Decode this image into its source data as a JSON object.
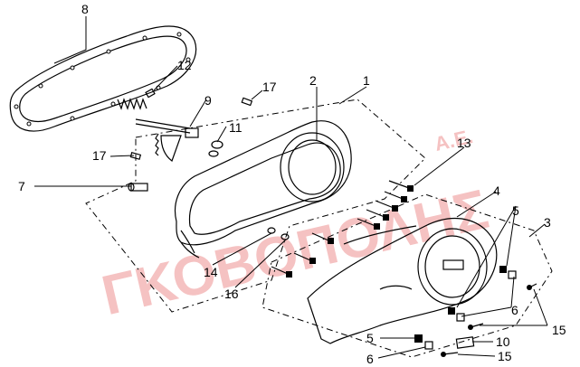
{
  "diagram": {
    "watermark": {
      "main": "ΓΚΟΒΟΠΟΛΗΣ",
      "suffix": "Α.Ε."
    },
    "callouts": {
      "c1": "1",
      "c2": "2",
      "c3": "3",
      "c4": "4",
      "c5a": "5",
      "c5b": "5",
      "c6a": "6",
      "c6b": "6",
      "c7": "7",
      "c8": "8",
      "c9": "9",
      "c10": "10",
      "c11": "11",
      "c12": "12",
      "c13": "13",
      "c14": "14",
      "c15a": "15",
      "c15b": "15",
      "c16": "16",
      "c17a": "17",
      "c17b": "17"
    },
    "colors": {
      "line": "#000000",
      "watermark": "#f4b8b8",
      "background": "#ffffff"
    }
  }
}
